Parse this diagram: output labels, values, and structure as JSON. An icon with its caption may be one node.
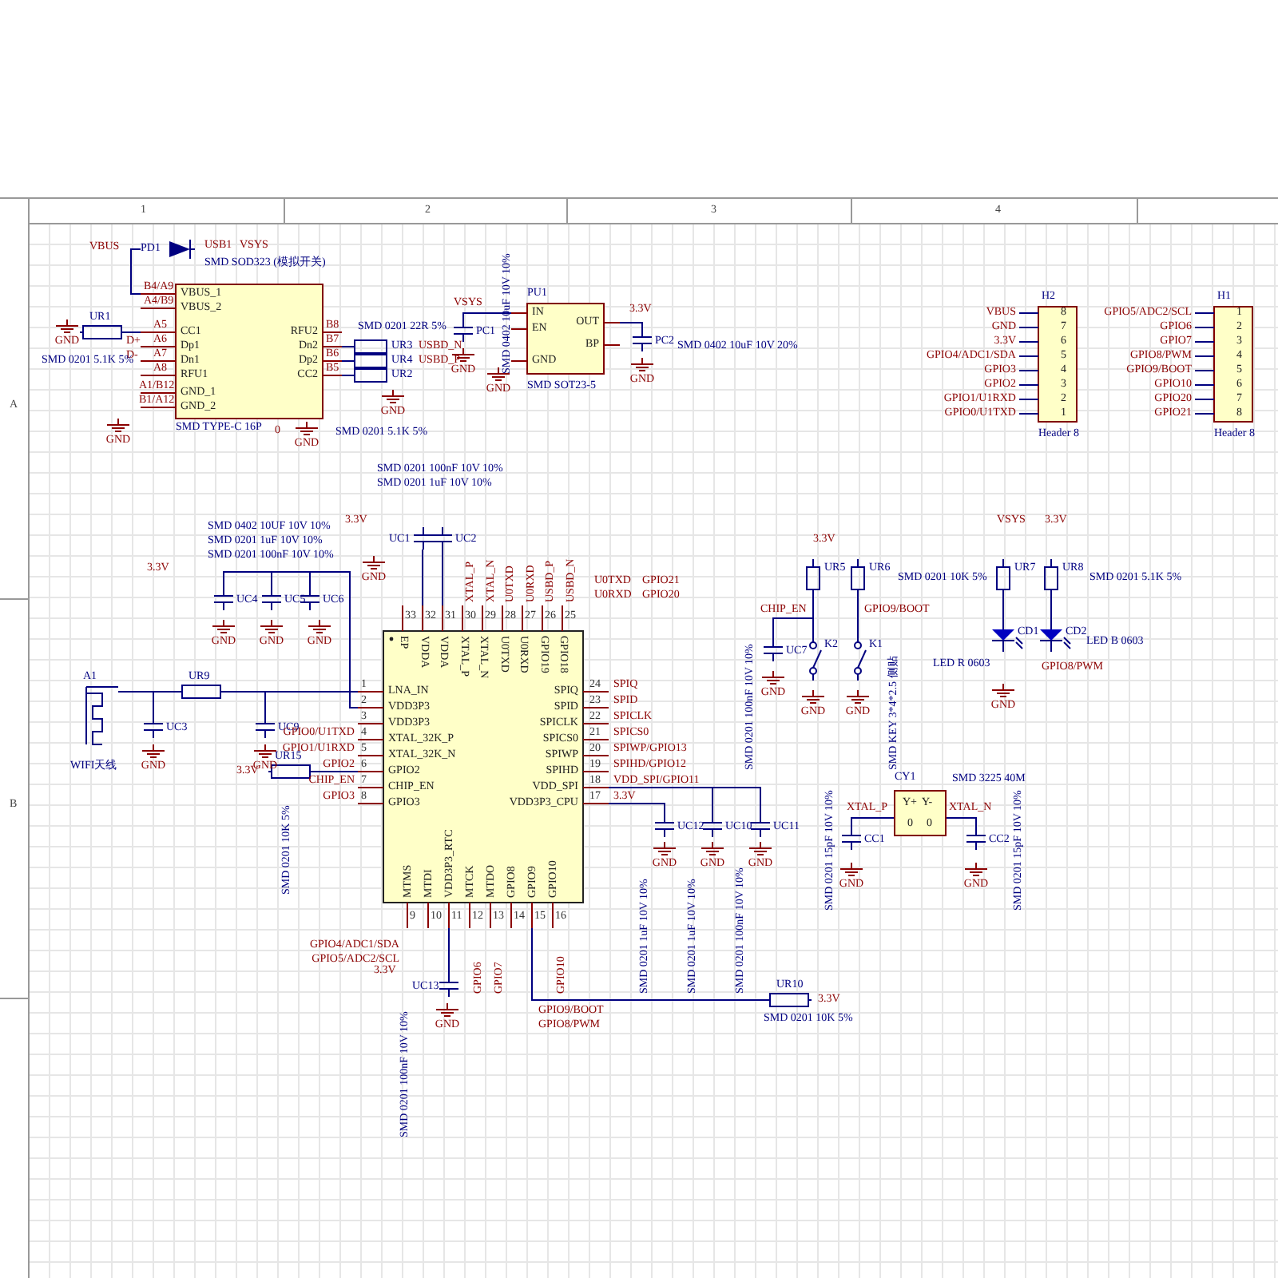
{
  "diagram": {
    "nodes": [
      {
        "text": [
          "VBUS_1",
          "VBUS_2",
          "CC1",
          "Dp1",
          "Dn1",
          "RFU1",
          "GND_1",
          "GND_2",
          "RFU2",
          "Dn2",
          "Dp2",
          "CC2"
        ],
        "beside": [
          "SMD TYPE-C 16P"
        ]
      },
      {
        "text": [
          "PD1"
        ],
        "beside": [
          "SMD SOD323 (模拟开关)"
        ]
      },
      {
        "text": [
          "UR1"
        ]
      },
      {
        "text": [
          "UR3"
        ],
        "beside": [
          "SMD 0201 22R 5%"
        ]
      },
      {
        "text": [
          "UR4"
        ]
      },
      {
        "text": [
          "UR2"
        ]
      },
      {
        "text": [
          "PC1"
        ],
        "beside": [
          "SMD 0402 10uF 10V 10%"
        ]
      },
      {
        "text": [
          "PU1",
          "IN",
          "EN",
          "GND",
          "OUT",
          "BP"
        ],
        "beside": [
          "SMD SOT23-5"
        ]
      },
      {
        "text": [
          "PC2"
        ],
        "beside": [
          "SMD 0402 10uF 10V 20%"
        ]
      },
      {
        "text": [
          "H2",
          "8",
          "7",
          "6",
          "5",
          "4",
          "3",
          "2",
          "1"
        ],
        "beside": [
          "Header 8"
        ]
      },
      {
        "text": [
          "H1",
          "1",
          "2",
          "3",
          "4",
          "5",
          "6",
          "7",
          "8"
        ],
        "beside": [
          "Header 8"
        ]
      },
      {
        "text": [
          "LNA_IN",
          "VDD3P3",
          "VDD3P3",
          "XTAL_32K_P",
          "XTAL_32K_N",
          "GPIO2",
          "CHIP_EN",
          "GPIO3",
          "MTMS",
          "MTDI",
          "VDD3P3_RTC",
          "MTCK",
          "MTDO",
          "GPIO8",
          "GPIO9",
          "GPIO10",
          "SPIQ",
          "SPID",
          "SPICLK",
          "SPICS0",
          "SPIWP",
          "SPIHD",
          "VDD_SPI",
          "VDD3P3_CPU",
          "EP",
          "VDDA",
          "VDDA",
          "XTAL_P",
          "XTAL_N",
          "U0TXD",
          "U0RXD",
          "GPIO19",
          "GPIO18"
        ]
      },
      {
        "text": [
          "A1"
        ],
        "beside": [
          "WIFI天线"
        ]
      },
      {
        "text": [
          "UC3"
        ]
      },
      {
        "text": [
          "UR9"
        ]
      },
      {
        "text": [
          "UC9"
        ]
      },
      {
        "text": [
          "UR15"
        ],
        "beside": [
          "SMD 0201 10K 5%"
        ]
      },
      {
        "text": [
          "UC4"
        ]
      },
      {
        "text": [
          "UC5"
        ]
      },
      {
        "text": [
          "UC6"
        ]
      },
      {
        "text": [
          "UC1"
        ]
      },
      {
        "text": [
          "UC2"
        ]
      },
      {
        "text": [
          "UC12"
        ],
        "beside": [
          "SMD 0201 1uF 10V 10%"
        ]
      },
      {
        "text": [
          "UC10"
        ],
        "beside": [
          "SMD 0201 1uF 10V 10%"
        ]
      },
      {
        "text": [
          "UC11"
        ],
        "beside": [
          "SMD 0201 100nF 10V 10%"
        ]
      },
      {
        "text": [
          "UC13"
        ],
        "beside": [
          "SMD 0201 100nF 10V 10%"
        ]
      },
      {
        "text": [
          "UR10"
        ],
        "beside": [
          "SMD 0201 10K 5%"
        ]
      },
      {
        "text": [
          "UR5"
        ]
      },
      {
        "text": [
          "UR6"
        ]
      },
      {
        "text": [
          "UC7"
        ],
        "beside": [
          "SMD 0201 100nF 10V 10%"
        ]
      },
      {
        "text": [
          "K2"
        ]
      },
      {
        "text": [
          "K1"
        ],
        "beside": [
          "SMD KEY 3*4*2.5 侧贴"
        ]
      },
      {
        "text": [
          "UR7"
        ]
      },
      {
        "text": [
          "UR8"
        ],
        "beside": [
          "SMD 0201 5.1K 5%"
        ]
      },
      {
        "text": [
          "CD1"
        ],
        "beside": [
          "LED R 0603"
        ]
      },
      {
        "text": [
          "CD2"
        ],
        "beside": [
          "LED B 0603"
        ]
      },
      {
        "text": [
          "CY1",
          "Y+",
          "Y-",
          "0",
          "0"
        ],
        "beside": [
          "SMD 3225 40M"
        ]
      },
      {
        "text": [
          "CC1"
        ],
        "beside": [
          "SMD 0201 15pF 10V 10%"
        ]
      },
      {
        "text": [
          "CC2"
        ],
        "beside": [
          "SMD 0201 15pF 10V 10%"
        ]
      }
    ],
    "edges": [
      {
        "from": 1,
        "to": 0,
        "arrow": "none"
      },
      {
        "from": 2,
        "to": 0,
        "arrow": "none"
      },
      {
        "from": 3,
        "to": 0,
        "arrow": "none"
      },
      {
        "from": 4,
        "to": 0,
        "arrow": "none"
      },
      {
        "from": 5,
        "to": 0,
        "arrow": "none"
      },
      {
        "from": 6,
        "to": 7,
        "arrow": "none"
      },
      {
        "from": 7,
        "to": 8,
        "arrow": "none"
      },
      {
        "from": 12,
        "to": 14,
        "arrow": "none"
      },
      {
        "from": 13,
        "to": 14,
        "arrow": "none"
      },
      {
        "from": 14,
        "to": 11,
        "arrow": "none"
      },
      {
        "from": 15,
        "to": 14,
        "arrow": "none"
      },
      {
        "from": 16,
        "to": 11,
        "arrow": "none"
      },
      {
        "from": 17,
        "to": 11,
        "arrow": "none"
      },
      {
        "from": 18,
        "to": 11,
        "arrow": "none"
      },
      {
        "from": 19,
        "to": 11,
        "arrow": "none"
      },
      {
        "from": 20,
        "to": 11,
        "arrow": "none"
      },
      {
        "from": 21,
        "to": 11,
        "arrow": "none"
      },
      {
        "from": 22,
        "to": 11,
        "arrow": "none"
      },
      {
        "from": 23,
        "to": 11,
        "arrow": "none"
      },
      {
        "from": 24,
        "to": 11,
        "arrow": "none"
      },
      {
        "from": 25,
        "to": 11,
        "arrow": "none"
      },
      {
        "from": 26,
        "to": 11,
        "arrow": "none"
      },
      {
        "from": 27,
        "to": 30,
        "arrow": "none"
      },
      {
        "from": 28,
        "to": 31,
        "arrow": "none"
      },
      {
        "from": 29,
        "to": 27,
        "arrow": "none"
      },
      {
        "from": 32,
        "to": 34,
        "arrow": "none"
      },
      {
        "from": 33,
        "to": 35,
        "arrow": "none"
      },
      {
        "from": 37,
        "to": 36,
        "arrow": "none"
      },
      {
        "from": 36,
        "to": 38,
        "arrow": "none"
      }
    ],
    "labels": [
      "1",
      "2",
      "3",
      "4",
      "A",
      "B",
      "VBUS",
      "USB1",
      "VSYS",
      "B4/A9",
      "A4/B9",
      "GND",
      "A5",
      "D+",
      "A6",
      "D-",
      "A7",
      "A8",
      "A1/B12",
      "B1/A12",
      "GND",
      "B8",
      "B7",
      "B6",
      "B5",
      "USBD_N",
      "USBD_P",
      "GND",
      "0",
      "GND",
      "VSYS",
      "GND",
      "GND",
      "3.3V",
      "GND",
      "VBUS",
      "GND",
      "3.3V",
      "GPIO4/ADC1/SDA",
      "GPIO3",
      "GPIO2",
      "GPIO1/U1RXD",
      "GPIO0/U1TXD",
      "GPIO5/ADC2/SCL",
      "GPIO6",
      "GPIO7",
      "GPIO8/PWM",
      "GPIO9/BOOT",
      "GPIO10",
      "GPIO20",
      "GPIO21",
      "3.3V",
      "GND",
      "3.3V",
      "GND",
      "GND",
      "GND",
      "GND",
      "GND",
      "3.3V",
      "1",
      "2",
      "3",
      "4",
      "5",
      "6",
      "7",
      "8",
      "9",
      "10",
      "11",
      "12",
      "13",
      "14",
      "15",
      "16",
      "24",
      "23",
      "22",
      "21",
      "20",
      "19",
      "18",
      "17",
      "33",
      "32",
      "31",
      "30",
      "29",
      "28",
      "27",
      "26",
      "25",
      "GPIO0/U1TXD",
      "GPIO1/U1RXD",
      "GPIO2",
      "CHIP_EN",
      "GPIO3",
      "XTAL_P",
      "XTAL_N",
      "U0TXD",
      "U0RXD",
      "USBD_P",
      "USBD_N",
      "U0TXD",
      "GPIO21",
      "U0RXD",
      "GPIO20",
      "SPIQ",
      "SPID",
      "SPICLK",
      "SPICS0",
      "SPIWP/GPIO13",
      "SPIHD/GPIO12",
      "VDD_SPI/GPIO11",
      "3.3V",
      "GND",
      "GND",
      "GND",
      "GPIO4/ADC1/SDA",
      "GPIO5/ADC2/SCL",
      "GPIO6",
      "GPIO7",
      "GPIO10",
      "3.3V",
      "GND",
      "GPIO9/BOOT",
      "GPIO8/PWM",
      "3.3V",
      "3.3V",
      "CHIP_EN",
      "GPIO9/BOOT",
      "GND",
      "GND",
      "GND",
      "VSYS",
      "3.3V",
      "GND",
      "GPIO8/PWM",
      "XTAL_P",
      "XTAL_N",
      "GND",
      "GND",
      "SMD 0201 5.1K 5%",
      "SMD 0201 5.1K 5%",
      "SMD 0402 10UF 10V 10%",
      "SMD 0201 1uF 10V 10%",
      "SMD 0201 100nF 10V 10%",
      "SMD 0201 100nF 10V 10%",
      "SMD 0201 1uF 10V 10%",
      "SMD 0201 10K 5%"
    ]
  }
}
